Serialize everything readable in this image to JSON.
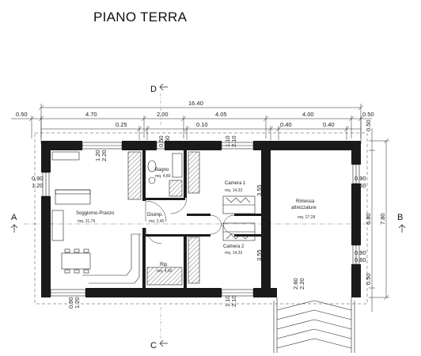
{
  "title": "PIANO TERRA",
  "sections": {
    "top": "D",
    "bottom": "C",
    "left": "A",
    "right": "B"
  },
  "dims_top": {
    "total": "16.40",
    "d1": "0.50",
    "d2": "4.70",
    "d3": "2.00",
    "d4": "4.05",
    "d5": "4.00",
    "d6": "0.50",
    "s1": "0.25",
    "s2": "0.10",
    "s3": "0.40",
    "s4": "0.40"
  },
  "dims_right": {
    "r1": "7.80",
    "r2": "6.80",
    "r3": "0.50",
    "r4": "0.50"
  },
  "openings": {
    "win_top_living": [
      "1.20",
      "2.20"
    ],
    "win_top_bath": [
      "0.50",
      "1.60"
    ],
    "win_top_cam1": [
      "1.10",
      "2.10"
    ],
    "win_left_living": [
      "0.90",
      "1.20"
    ],
    "win_bottom_living": [
      "0.90",
      "1.20"
    ],
    "win_bottom_cam2": [
      "1.10",
      "2.10"
    ],
    "win_right_rim1": [
      "0.90",
      "0.60"
    ],
    "win_right_rim2": [
      "0.90",
      "0.60"
    ],
    "door_rimessa": [
      "2.60",
      "2.20"
    ],
    "cam1_side": "3.55",
    "cam2_side": "3.55"
  },
  "rooms": [
    {
      "name": "Soggiorno-Pranzo",
      "area": "mq. 31,76"
    },
    {
      "name": "Bagno",
      "area": "mq. 4,80"
    },
    {
      "name": "Disimp.",
      "area": "mq. 2,40"
    },
    {
      "name": "Rip.",
      "area": "mq. 4,60"
    },
    {
      "name": "Camera 1",
      "area": "mq. 14,33"
    },
    {
      "name": "Camera 2",
      "area": "mq. 14,33"
    },
    {
      "name": "Rimessa\nattrezzature",
      "area": "mq. 27,28"
    }
  ],
  "room_name_rimessa_l1": "Rimessa",
  "room_name_rimessa_l2": "attrezzature"
}
